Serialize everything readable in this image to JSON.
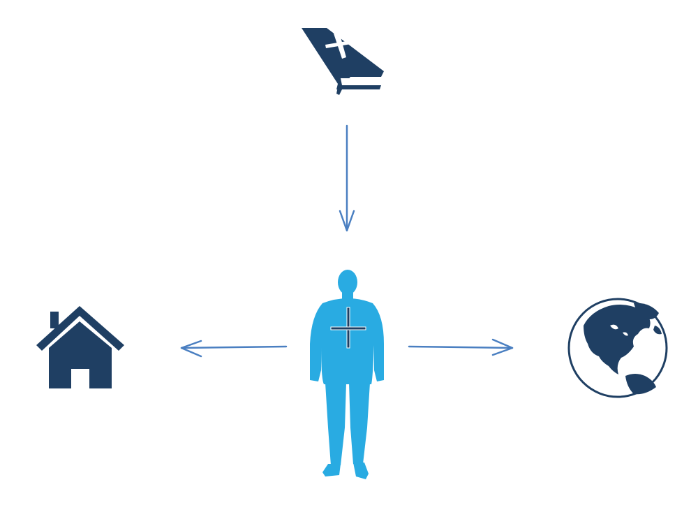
{
  "colors": {
    "icon_dark": "#1f3f63",
    "figure_blue": "#29abe2",
    "arrow_blue": "#4a7fc1",
    "background": "#ffffff"
  },
  "nodes": {
    "top": {
      "icon": "bible-icon"
    },
    "center": {
      "icon": "person-with-cross-icon"
    },
    "left": {
      "icon": "house-icon"
    },
    "right": {
      "icon": "globe-icon"
    }
  },
  "arrows": [
    {
      "from": "bible-icon",
      "to": "person-with-cross-icon",
      "direction": "down"
    },
    {
      "from": "person-with-cross-icon",
      "to": "house-icon",
      "direction": "left"
    },
    {
      "from": "person-with-cross-icon",
      "to": "globe-icon",
      "direction": "right"
    }
  ]
}
